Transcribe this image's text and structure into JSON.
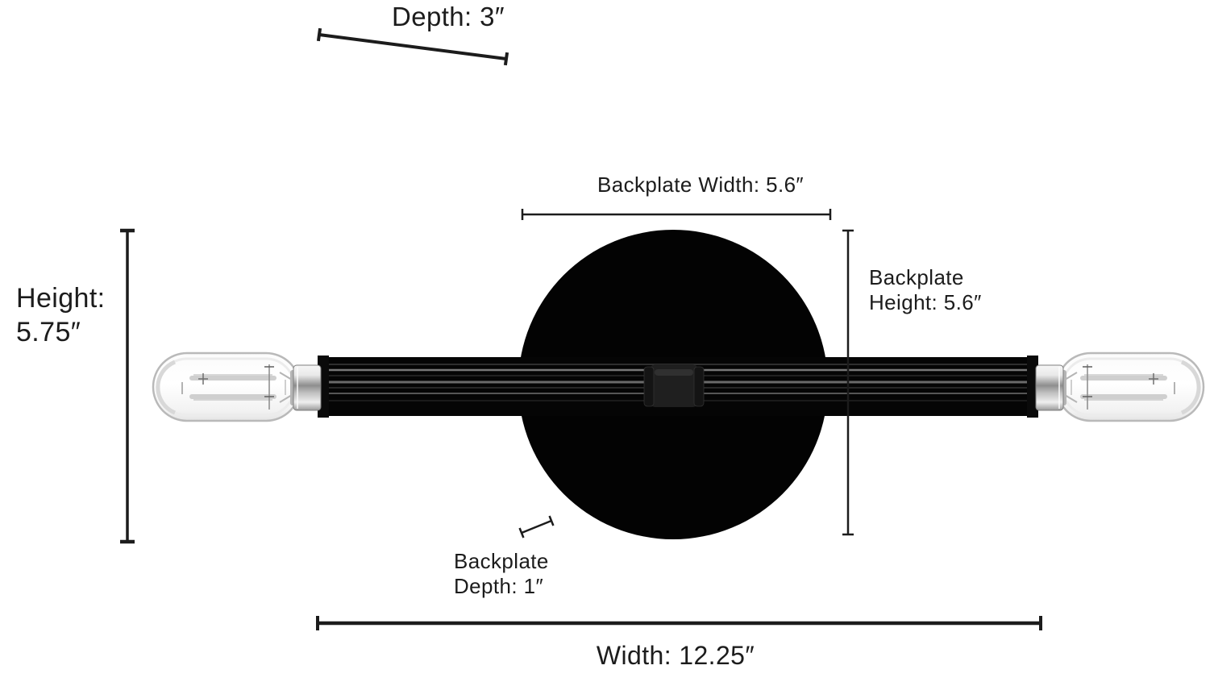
{
  "diagram": {
    "colors": {
      "ink": "#1c1c1c",
      "background": "#ffffff",
      "backplate": "#030303",
      "arm": "#050505",
      "socket_chrome": "#c9c9c9",
      "bulb_outline": "#b9b9b9"
    },
    "annotations": {
      "depth": {
        "label": "Depth: 3″"
      },
      "backplate_width": {
        "label": "Backplate Width: 5.6″"
      },
      "backplate_height": {
        "line1": "Backplate",
        "line2": "Height: 5.6″"
      },
      "height": {
        "line1": "Height:",
        "line2": "5.75″"
      },
      "backplate_depth": {
        "line1": "Backplate",
        "line2": "Depth: 1″"
      },
      "width": {
        "label": "Width: 12.25″"
      }
    }
  }
}
